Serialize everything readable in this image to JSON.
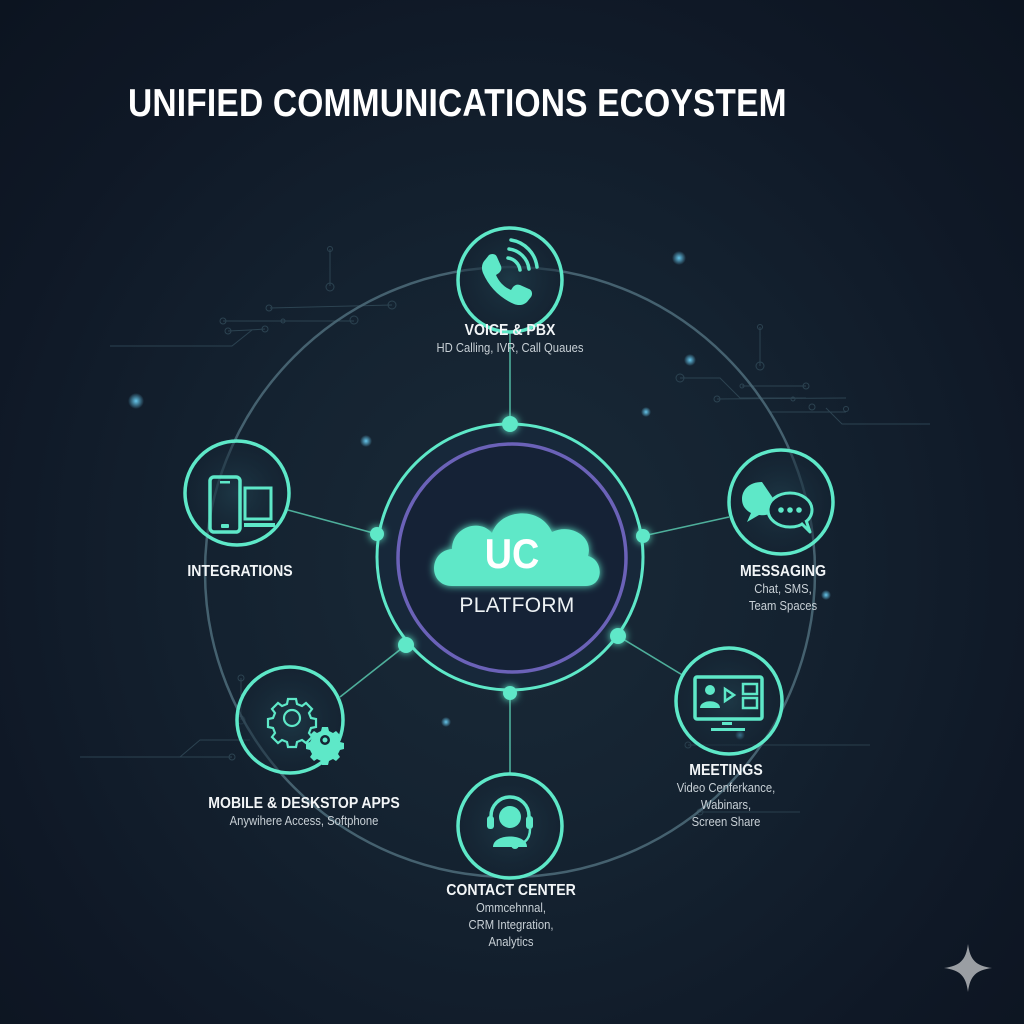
{
  "title": "UNIFIED COMMUNICATIONS ECOYSTEM",
  "colors": {
    "background": "#131f2c",
    "accent_green": "#5ee8c8",
    "ring_purple": "#6b62b8",
    "orbit_gray": "#4f7080",
    "text_primary": "#ffffff",
    "text_secondary": "#c8d0d6"
  },
  "center": {
    "icon": "cloud-icon",
    "badge": "UC",
    "label": "PLATFORM"
  },
  "nodes": [
    {
      "id": "voice",
      "icon": "phone-signal-icon",
      "name": "VOICE & PBX",
      "desc": [
        "HD Calling, IVR, Call Quaues"
      ]
    },
    {
      "id": "messaging",
      "icon": "chat-bubbles-icon",
      "name": "MESSAGING",
      "desc": [
        "Chat, SMS,",
        "Team Spaces"
      ]
    },
    {
      "id": "meetings",
      "icon": "video-monitor-icon",
      "name": "MEETINGS",
      "desc": [
        "Video Cenferkance,",
        "Wabinars,",
        "Screen Share"
      ]
    },
    {
      "id": "contact-center",
      "icon": "headset-agent-icon",
      "name": "CONTACT CENTER",
      "desc": [
        "Ommcehnnal,",
        "CRM Integration,",
        "Analytics"
      ]
    },
    {
      "id": "mobile-desktop",
      "icon": "gears-icon",
      "name": "MOBILE & DESKSTOP APPS",
      "desc": [
        "Anywihere Access, Softphone"
      ]
    },
    {
      "id": "integrations",
      "icon": "phone-laptop-icon",
      "name": "INTEGRATIONS",
      "desc": []
    }
  ],
  "watermark": {
    "icon": "sparkle-icon"
  }
}
